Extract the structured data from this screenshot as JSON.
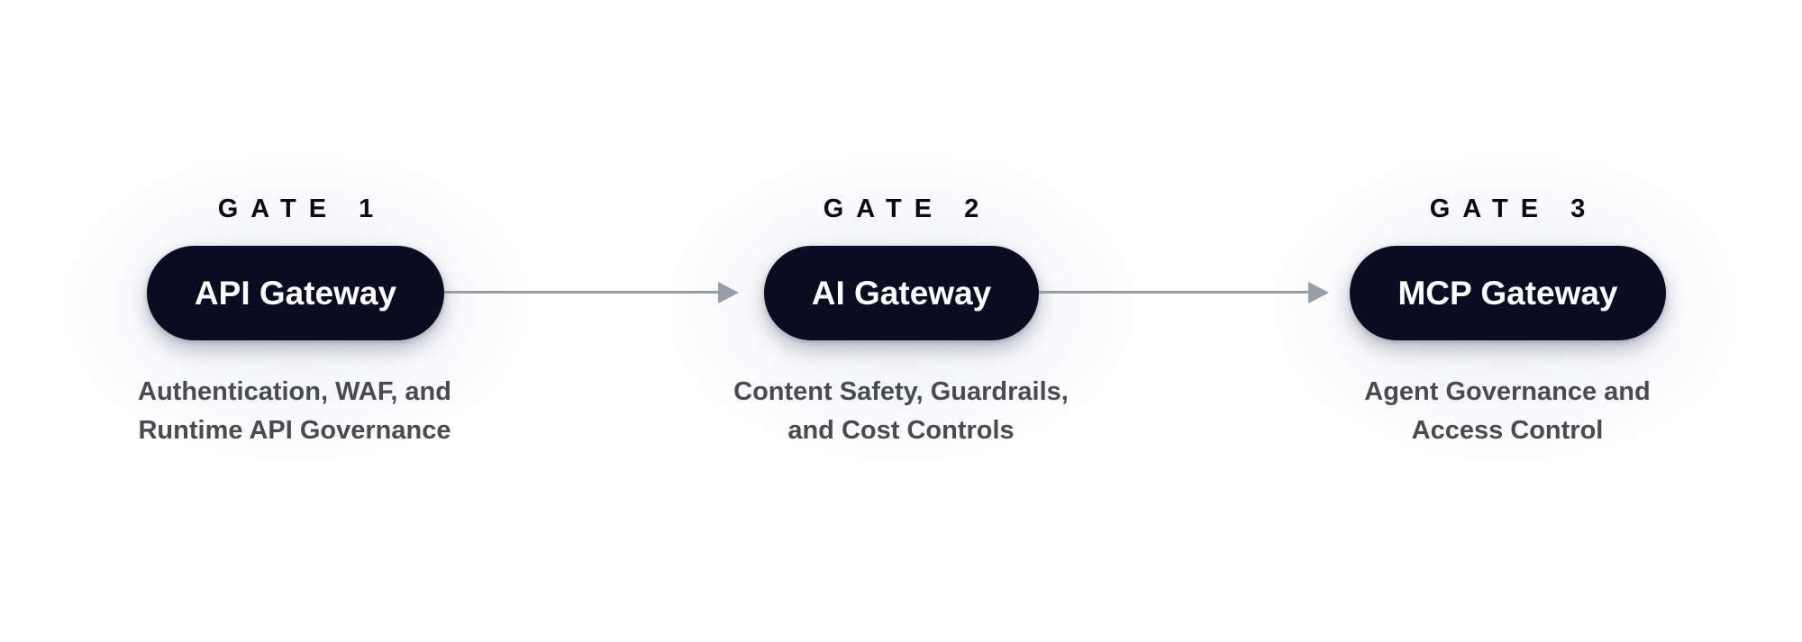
{
  "diagram": {
    "nodes": [
      {
        "gate_label": "GATE 1",
        "name": "API Gateway",
        "description_lines": [
          "Authentication, WAF, and",
          "Runtime API Governance"
        ]
      },
      {
        "gate_label": "GATE 2",
        "name": "AI Gateway",
        "description_lines": [
          "Content Safety, Guardrails,",
          "and Cost Controls"
        ]
      },
      {
        "gate_label": "GATE 3",
        "name": "MCP Gateway",
        "description_lines": [
          "Agent Governance and",
          "Access Control"
        ]
      }
    ],
    "edges": [
      {
        "from": "API Gateway",
        "to": "AI Gateway",
        "icon": "arrow-right-icon"
      },
      {
        "from": "AI Gateway",
        "to": "MCP Gateway",
        "icon": "arrow-right-icon"
      }
    ],
    "colors": {
      "pill_background": "#0a0c22",
      "pill_text": "#ffffff",
      "gate_label": "#0b0b10",
      "description_text": "#4a4b50",
      "connector": "#969fa8",
      "background": "#ffffff"
    }
  }
}
